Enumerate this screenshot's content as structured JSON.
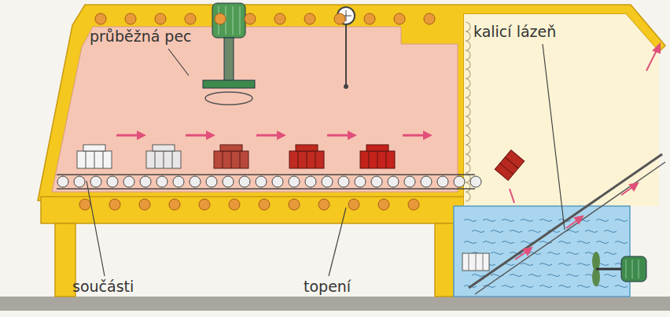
{
  "diagram": {
    "labels": [
      "průběžná pec",
      "kalicí lázeň",
      "součásti",
      "topení"
    ]
  }
}
